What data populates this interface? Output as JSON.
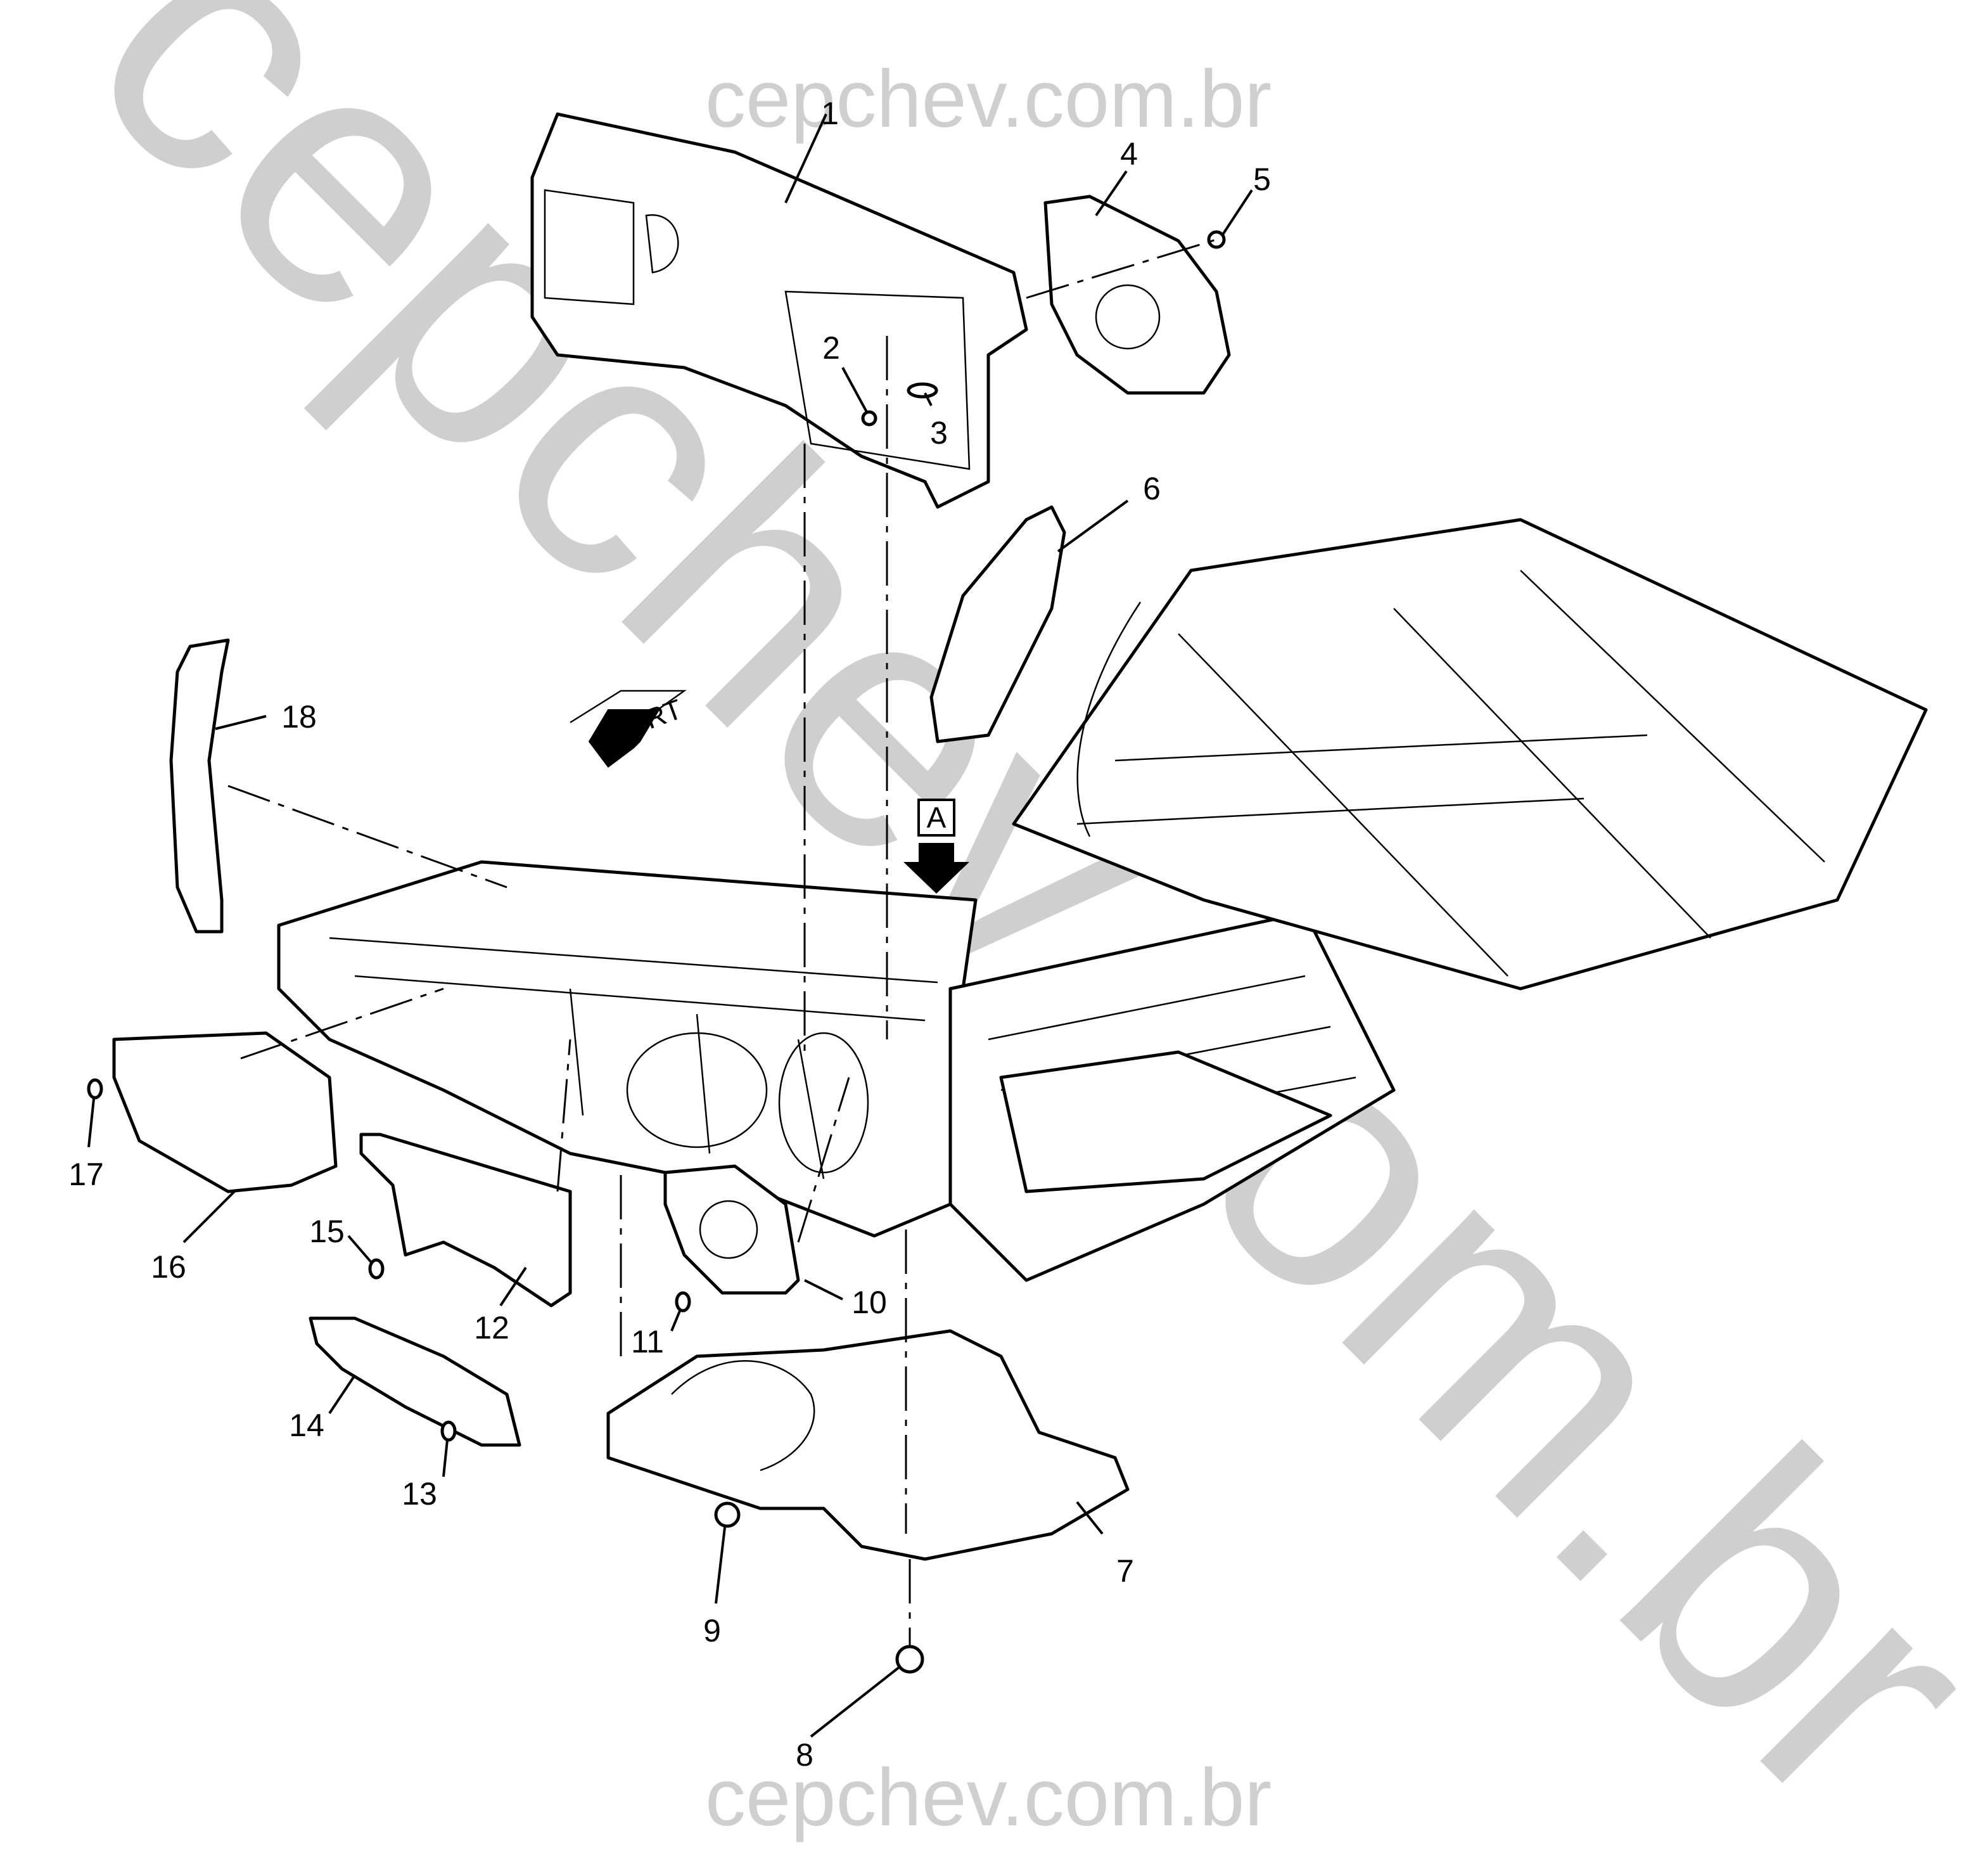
{
  "watermark": {
    "top": "cepchev.com.br",
    "bottom": "cepchev.com.br",
    "diagonal": "cepchev.com.br"
  },
  "orientation": {
    "front_arrow_label": "FRT",
    "view_label": "A"
  },
  "callouts": [
    {
      "id": "1",
      "text": "1"
    },
    {
      "id": "2",
      "text": "2"
    },
    {
      "id": "3",
      "text": "3"
    },
    {
      "id": "4",
      "text": "4"
    },
    {
      "id": "5",
      "text": "5"
    },
    {
      "id": "6",
      "text": "6"
    },
    {
      "id": "7",
      "text": "7"
    },
    {
      "id": "8",
      "text": "8"
    },
    {
      "id": "9",
      "text": "9"
    },
    {
      "id": "10",
      "text": "10"
    },
    {
      "id": "11",
      "text": "11"
    },
    {
      "id": "12",
      "text": "12"
    },
    {
      "id": "13",
      "text": "13"
    },
    {
      "id": "14",
      "text": "14"
    },
    {
      "id": "15",
      "text": "15"
    },
    {
      "id": "16",
      "text": "16"
    },
    {
      "id": "17",
      "text": "17"
    },
    {
      "id": "18",
      "text": "18"
    }
  ]
}
